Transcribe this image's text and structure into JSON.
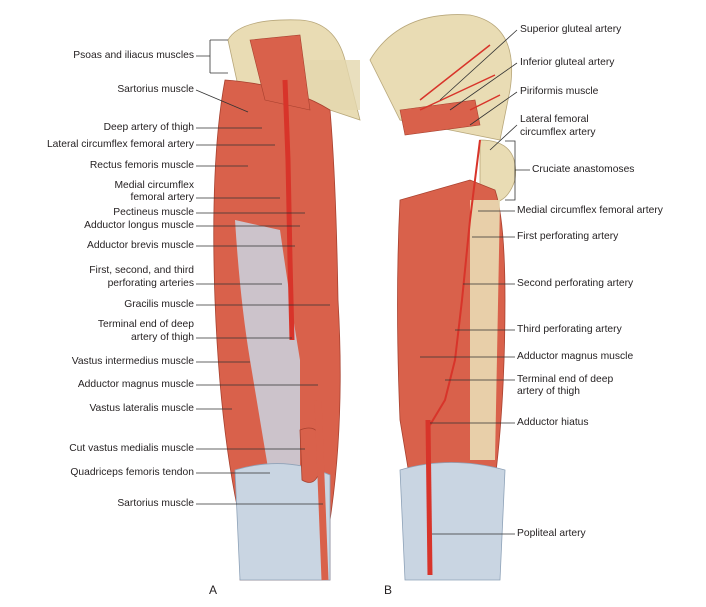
{
  "figure_a": {
    "letter": "A",
    "labels": [
      "Psoas and iliacus muscles",
      "Sartorius muscle",
      "Deep artery of thigh",
      "Lateral circumflex femoral artery",
      "Rectus femoris muscle",
      "Medial circumflex",
      "femoral artery",
      "Pectineus muscle",
      "Adductor longus muscle",
      "Adductor brevis muscle",
      "First, second, and third",
      "perforating arteries",
      "Gracilis muscle",
      "Terminal end of deep",
      "artery of thigh",
      "Vastus intermedius muscle",
      "Adductor magnus muscle",
      "Vastus lateralis muscle",
      "Cut vastus medialis muscle",
      "Quadriceps femoris tendon",
      "Sartorius muscle"
    ]
  },
  "figure_b": {
    "letter": "B",
    "labels": [
      "Superior gluteal artery",
      "Inferior gluteal artery",
      "Piriformis muscle",
      "Lateral femoral",
      "circumflex artery",
      "Cruciate anastomoses",
      "Medial circumflex femoral artery",
      "First perforating artery",
      "Second perforating artery",
      "Third perforating artery",
      "Adductor magnus muscle",
      "Terminal end of deep",
      "artery of thigh",
      "Adductor hiatus",
      "Popliteal artery"
    ]
  },
  "colors": {
    "muscle": "#d9614b",
    "muscle_dark": "#b9432f",
    "bone": "#e9dcb4",
    "tendon": "#c9d5e2",
    "artery": "#d8342a",
    "line": "#333333"
  }
}
